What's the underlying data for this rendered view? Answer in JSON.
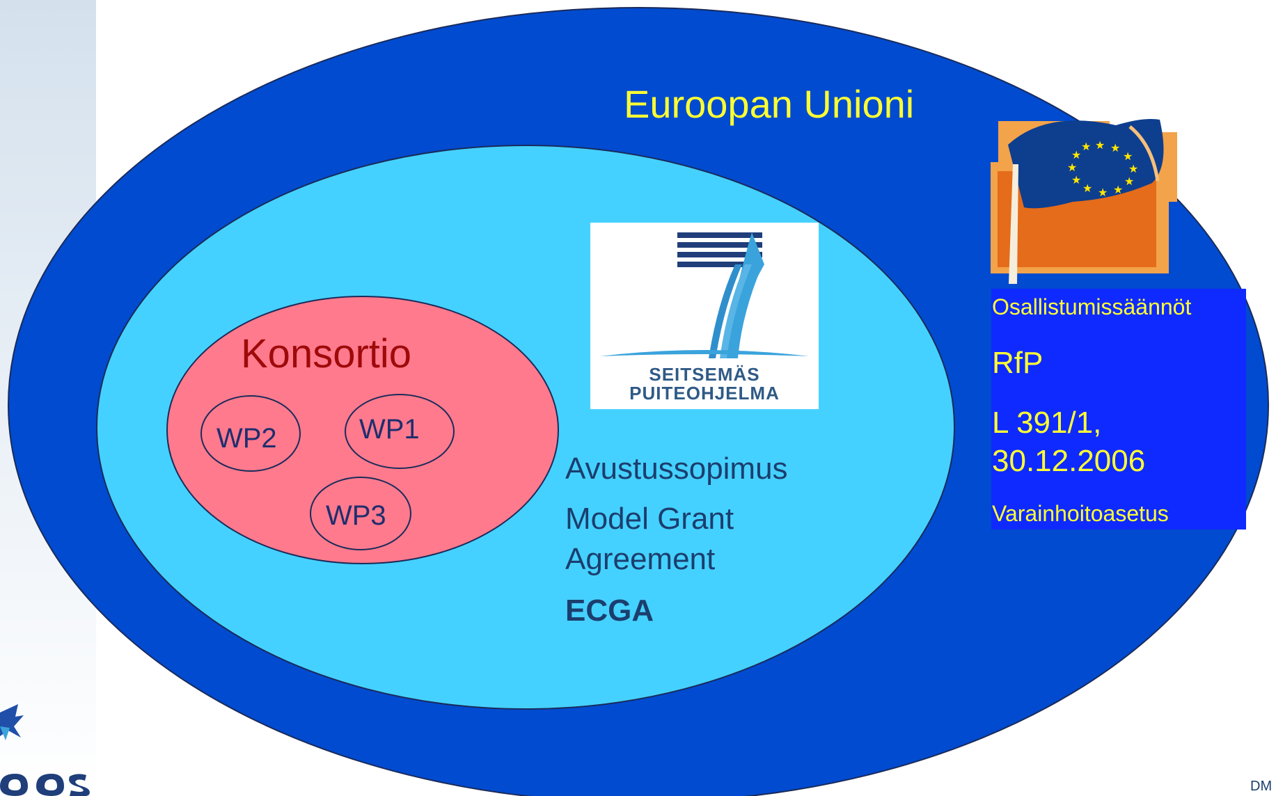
{
  "eu": {
    "title": "Euroopan Unioni",
    "rules": {
      "participation_rules": "Osallistumissäännöt",
      "rfp": "RfP",
      "regulation_ref_line1": "L 391/1,",
      "regulation_ref_line2": "30.12.2006",
      "financial_regulation": "Varainhoitoasetus"
    }
  },
  "programme": {
    "logo_text_line1": "SEITSEMÄS",
    "logo_text_line2": "PUITEOHJELMA",
    "agreement_label": "Avustussopimus",
    "model_line1": "Model Grant",
    "model_line2": "Agreement",
    "ecga": "ECGA"
  },
  "consortium": {
    "title": "Konsortio",
    "work_packages": [
      "WP2",
      "WP1",
      "WP3"
    ]
  },
  "footer": {
    "initials": "DM"
  },
  "colors": {
    "outer_ellipse": "#004bd0",
    "middle_ellipse": "#45d1ff",
    "consortium_ellipse": "#ff7a8d",
    "eu_text": "#ffff33",
    "rules_box": "#0f2aff",
    "consortium_text": "#9e0a0a",
    "dark_text": "#1b3e6e"
  },
  "icons": [
    "eu-flag-icon",
    "fp7-logo-icon",
    "organization-logo-icon"
  ]
}
